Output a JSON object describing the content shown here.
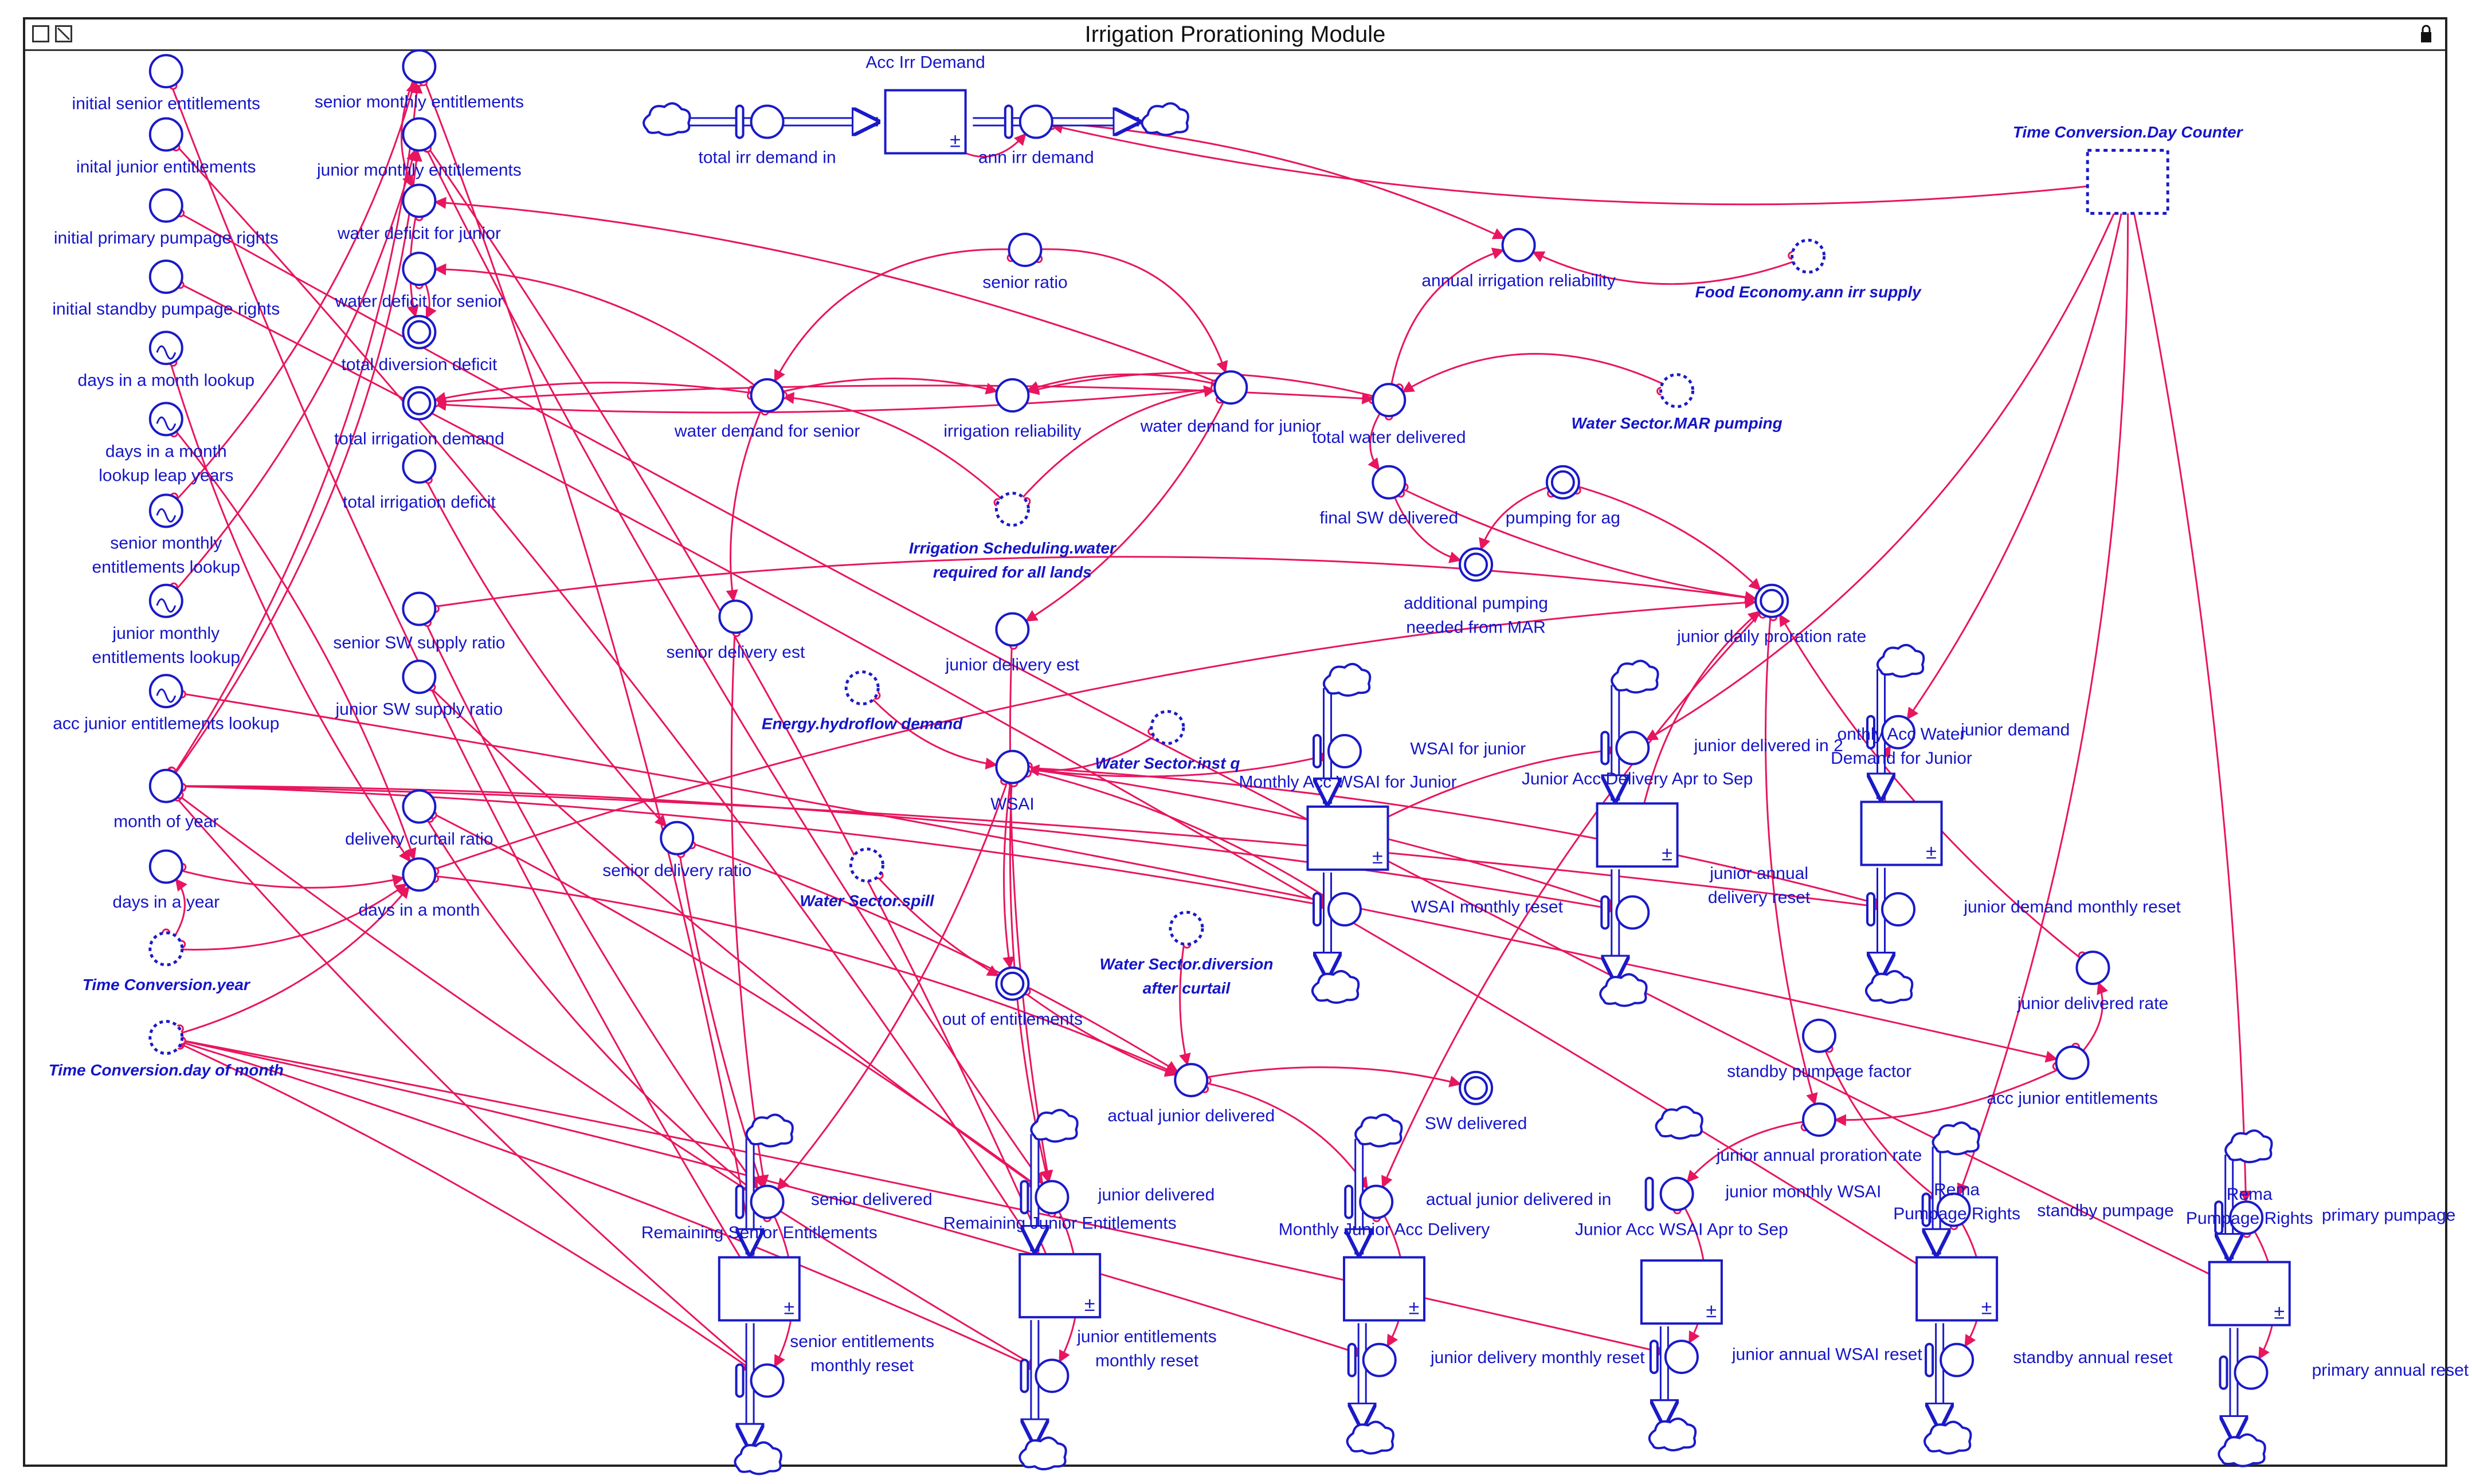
{
  "window": {
    "title": "Irrigation Prorationing Module"
  },
  "colors": {
    "element": "#1a1ac8",
    "link": "#e8155f",
    "label": "#1515c8"
  },
  "labels": {
    "initial_senior_entitlements": "initial senior entitlements",
    "inital_junior_entitlements": "inital junior entitlements",
    "initial_primary_pumpage_rights": "initial primary pumpage rights",
    "initial_standby_pumpage_rights": "initial standby pumpage rights",
    "days_in_month_lookup": "days in a month lookup",
    "days_in_month_lookup_leap_1": "days in a month",
    "days_in_month_lookup_leap_2": "lookup leap years",
    "senior_monthly_entitlements_lookup_1": "senior monthly",
    "senior_monthly_entitlements_lookup_2": "entitlements lookup",
    "junior_monthly_entitlements_lookup_1": "junior monthly",
    "junior_monthly_entitlements_lookup_2": "entitlements lookup",
    "acc_junior_entitlements_lookup": "acc junior entitlements lookup",
    "month_of_year": "month of year",
    "days_in_a_year": "days in a year",
    "time_conversion_year": "Time Conversion.year",
    "time_conversion_day_of_month": "Time Conversion.day of month",
    "senior_monthly_entitlements": "senior monthly entitlements",
    "junior_monthly_entitlements": "junior monthly entitlements",
    "water_deficit_for_junior": "water deficit for junior",
    "water_deficit_for_senior": "water deficit for senior",
    "total_diversion_deficit": "total diversion deficit",
    "total_irrigation_demand": "total irrigation demand",
    "total_irrigation_deficit": "total irrigation deficit",
    "senior_sw_supply_ratio": "senior SW supply ratio",
    "junior_sw_supply_ratio": "junior SW supply ratio",
    "delivery_curtail_ratio": "delivery curtail ratio",
    "days_in_a_month": "days in a month",
    "senior_delivery_ratio": "senior delivery ratio",
    "acc_irr_demand": "Acc Irr Demand",
    "total_irr_demand_in": "total irr demand in",
    "ann_irr_demand": "ann irr demand",
    "senior_ratio": "senior ratio",
    "water_demand_for_senior": "water demand for senior",
    "irrigation_reliability": "irrigation reliability",
    "water_demand_for_junior": "water demand for junior",
    "irrigation_scheduling_1": "Irrigation Scheduling.water",
    "irrigation_scheduling_2": "required for all lands",
    "senior_delivery_est": "senior delivery est",
    "energy_hydroflow_demand": "Energy.hydroflow demand",
    "junior_delivery_est": "junior delivery est",
    "wsai": "WSAI",
    "water_sector_inst_q": "Water Sector.inst q",
    "water_sector_spill": "Water Sector.spill",
    "water_sector_diversion_1": "Water Sector.diversion",
    "water_sector_diversion_2": "after curtail",
    "out_of_entitlements": "out of entitlements",
    "actual_junior_delivered": "actual junior delivered",
    "sw_delivered": "SW delivered",
    "annual_irrigation_reliability": "annual irrigation reliability",
    "food_economy": "Food Economy.ann irr supply",
    "time_conversion_day_counter": "Time Conversion.Day Counter",
    "water_sector_mar_pumping": "Water Sector.MAR pumping",
    "total_water_delivered": "total water delivered",
    "final_sw_delivered": "final SW delivered",
    "pumping_for_ag": "pumping for ag",
    "additional_pumping_1": "additional pumping",
    "additional_pumping_2": "needed from MAR",
    "junior_daily_proration_rate": "junior daily proration rate",
    "wsai_for_junior": "WSAI for junior",
    "monthly_acc_wsai_for_junior": "Monthly Acc WSAI for Junior",
    "junior_delivered_in_2": "junior delivered in 2",
    "junior_acc_delivery_apr_to_sep": "Junior Acc Delivery Apr to Sep",
    "junior_demand": "junior demand",
    "monthly_acc_water_demand_1": "onthly Acc Water",
    "monthly_acc_water_demand_2": "Demand for Junior",
    "wsai_monthly_reset": "WSAI monthly reset",
    "junior_annual_delivery_reset_1": "junior annual",
    "junior_annual_delivery_reset_2": "delivery reset",
    "junior_demand_monthly_reset": "junior demand monthly reset",
    "junior_delivered_rate": "junior delivered rate",
    "standby_pumpage_factor": "standby pumpage factor",
    "acc_junior_entitlements": "acc junior entitlements",
    "junior_annual_proration_rate": "junior annual proration rate",
    "junior_monthly_wsai": "junior monthly WSAI",
    "standby_pumpage": "standby pumpage",
    "remaining_standby_1": "Rema",
    "remaining_standby_2": "Pumpage Rights",
    "primary_pumpage": "primary pumpage",
    "remaining_primary_1": "Rema",
    "remaining_primary_2": "Pumpage Rights",
    "senior_delivered": "senior delivered",
    "remaining_senior_entitlements": "Remaining Senior Entitlements",
    "junior_delivered": "junior delivered",
    "remaining_junior_entitlements": "Remaining Junior Entitlements",
    "actual_junior_delivered_in": "actual junior delivered in",
    "monthly_junior_acc_delivery": "Monthly Junior Acc Delivery",
    "junior_acc_wsai_apr_to_sep": "Junior Acc WSAI Apr to Sep",
    "senior_entitlements_monthly_reset_1": "senior entitlements",
    "senior_entitlements_monthly_reset_2": "monthly reset",
    "junior_entitlements_monthly_reset_1": "junior entitlements",
    "junior_entitlements_monthly_reset_2": "monthly reset",
    "junior_delivery_monthly_reset": "junior delivery monthly reset",
    "junior_annual_wsai_reset": "junior annual WSAI reset",
    "standby_annual_reset": "standby annual reset",
    "primary_annual_reset": "primary annual reset"
  }
}
